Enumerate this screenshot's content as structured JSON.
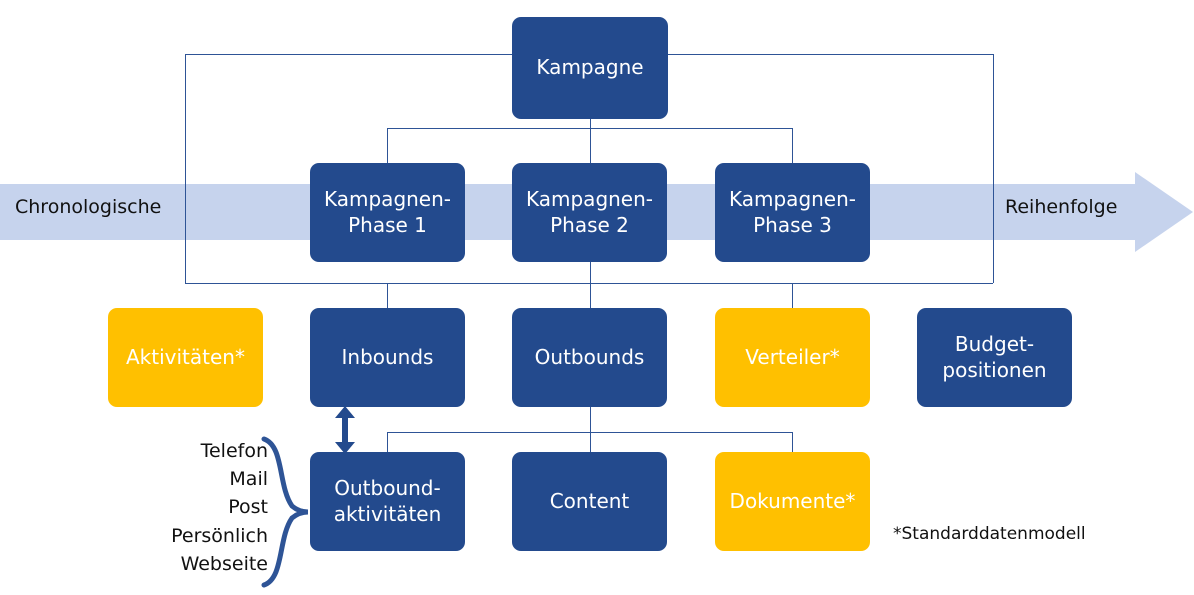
{
  "diagram": {
    "title_node": "Kampagne",
    "band": {
      "left_label": "Chronologische",
      "right_label": "Reihenfolge",
      "band_color": "#C6D3ED"
    },
    "colors": {
      "blue": "#234A8D",
      "gold": "#FFC000",
      "line": "#2E5496",
      "text_on_box": "#FFFFFF",
      "text_dark": "#111111"
    },
    "phases": [
      {
        "label": "Kampagnen-\nPhase 1",
        "line1": "Kampagnen-",
        "line2": "Phase 1",
        "color": "blue"
      },
      {
        "label": "Kampagnen-\nPhase 2",
        "line1": "Kampagnen-",
        "line2": "Phase 2",
        "color": "blue"
      },
      {
        "label": "Kampagnen-\nPhase 3",
        "line1": "Kampagnen-",
        "line2": "Phase 3",
        "color": "blue"
      }
    ],
    "row3": [
      {
        "line1": "Aktivitäten*",
        "line2": "",
        "color": "gold"
      },
      {
        "line1": "Inbounds",
        "line2": "",
        "color": "blue"
      },
      {
        "line1": "Outbounds",
        "line2": "",
        "color": "blue"
      },
      {
        "line1": "Verteiler*",
        "line2": "",
        "color": "gold"
      },
      {
        "line1": "Budget-",
        "line2": "positionen",
        "color": "blue"
      }
    ],
    "row4": [
      {
        "line1": "Outbound-",
        "line2": "aktivitäten",
        "color": "blue"
      },
      {
        "line1": "Content",
        "line2": "",
        "color": "blue"
      },
      {
        "line1": "Dokumente*",
        "line2": "",
        "color": "gold"
      }
    ],
    "channel_list": [
      "Telefon",
      "Mail",
      "Post",
      "Persönlich",
      "Webseite"
    ],
    "footnote": "*Standarddatenmodell"
  }
}
